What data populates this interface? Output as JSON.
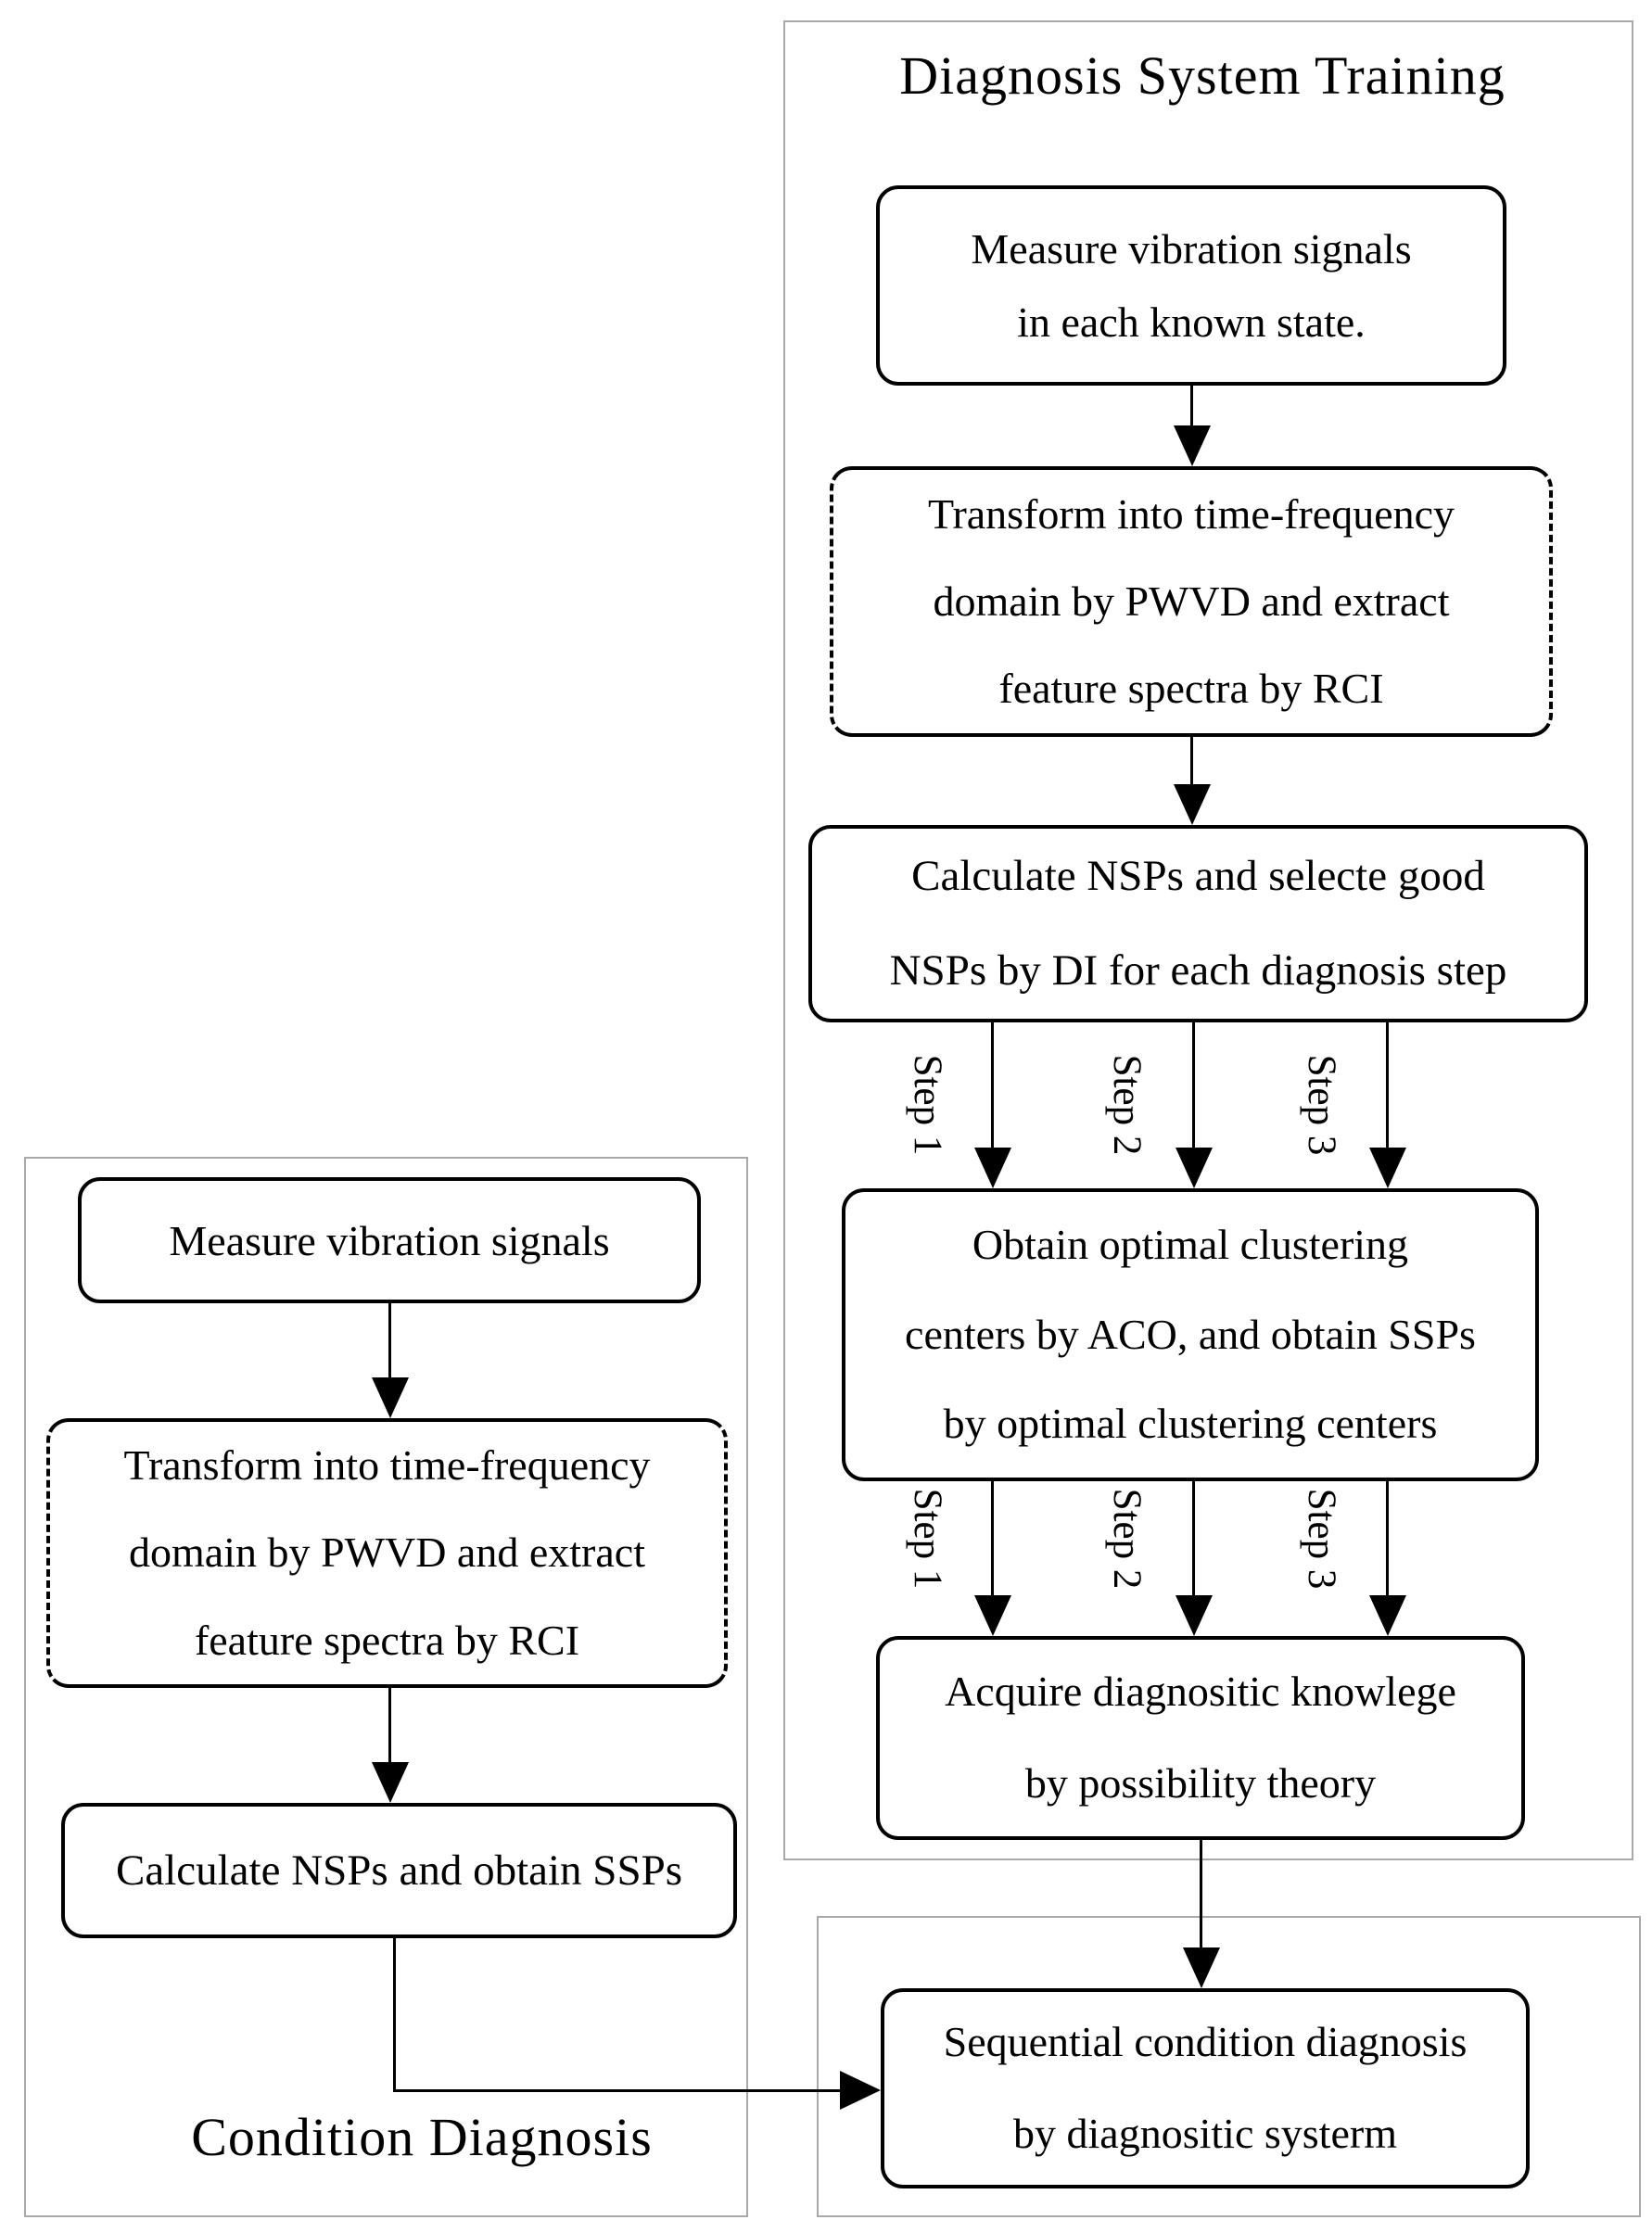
{
  "training": {
    "title": "Diagnosis System Training",
    "boxes": {
      "measure": {
        "lines": [
          "Measure vibration signals",
          "in each known state."
        ]
      },
      "transform": {
        "lines": [
          "Transform into time-frequency",
          "domain by PWVD and extract",
          "feature spectra by RCI"
        ]
      },
      "calculate": {
        "lines": [
          "Calculate NSPs and selecte good",
          "NSPs by DI for each diagnosis step"
        ]
      },
      "obtain": {
        "lines": [
          "Obtain optimal clustering",
          "centers by ACO, and obtain SSPs",
          "by optimal clustering centers"
        ]
      },
      "acquire": {
        "lines": [
          "Acquire diagnositic knowlege",
          "by possibility theory"
        ]
      }
    },
    "step_labels": [
      "Step 1",
      "Step 2",
      "Step 3"
    ]
  },
  "condition": {
    "title": "Condition Diagnosis",
    "boxes": {
      "measure": {
        "lines": [
          "Measure vibration signals"
        ]
      },
      "transform": {
        "lines": [
          "Transform into time-frequency",
          "domain by PWVD and extract",
          "feature spectra by RCI"
        ]
      },
      "calculate": {
        "lines": [
          "Calculate NSPs and obtain SSPs"
        ]
      }
    }
  },
  "final": {
    "sequential": {
      "lines": [
        "Sequential condition diagnosis",
        "by diagnositic systerm"
      ]
    }
  },
  "colors": {
    "line": "#000000",
    "panel_border": "#a9a9a9",
    "background": "#ffffff"
  }
}
